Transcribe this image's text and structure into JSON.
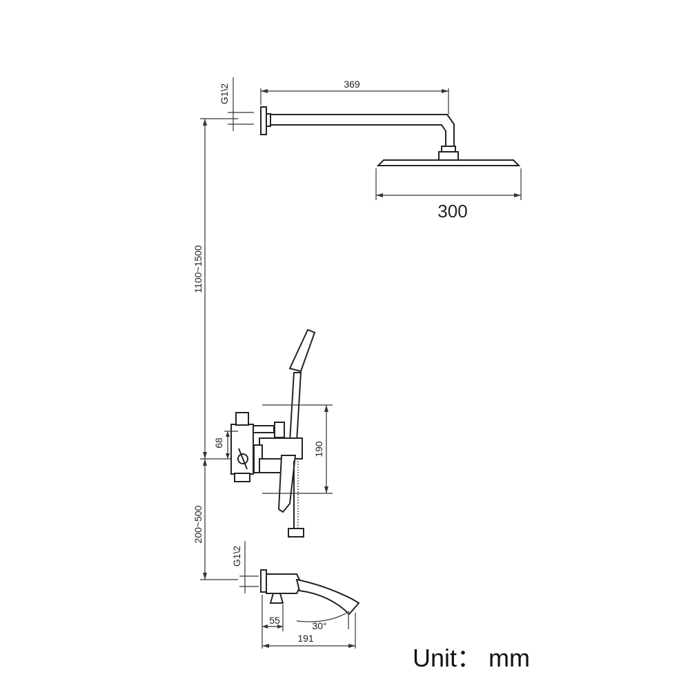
{
  "labels": {
    "arm_length": "369",
    "head_width": "300",
    "thread_top": "G1\\2",
    "thread_bottom": "G1\\2",
    "height_range": "1100~1500",
    "mixer_offset": "68",
    "mixer_height": "190",
    "spout_drop": "200~500",
    "spout_offset": "55",
    "spout_angle": "30°",
    "spout_length": "191",
    "unit": "Unit： mm"
  }
}
